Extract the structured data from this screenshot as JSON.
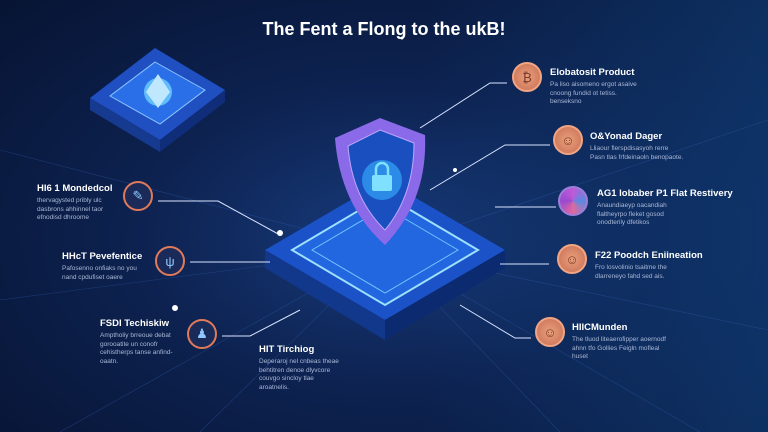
{
  "title": "The Fent a Flong to the ukB!",
  "left_items": [
    {
      "heading": "HI6 1 Mondedcol",
      "body": "thervagysted pribly ulc dasbrons ahhinnel taor efnodisd dhroome",
      "icon": "wrench-icon"
    },
    {
      "heading": "HHcT Pevefentice",
      "body": "Pafosenno onfiaks no you nand cpdufiset oaere",
      "icon": "tuning-fork-icon"
    },
    {
      "heading": "FSDI Techiskiw",
      "body": "Amptholiy brreoue debat gorooatite un conofr cehistherps tanse anfind-oaatn.",
      "icon": "figure-icon"
    }
  ],
  "bottom_item": {
    "heading": "HIT Tirchiog",
    "body": "Deperaroj nel cnbeas theae behtitren denoe dlyvcore couvgo sincloy tlae aroatnelis."
  },
  "right_items": [
    {
      "heading": "Elobatosit Product",
      "body": "Pa liso aisomeno ergot asaive cnoong fundid ot tetiss. benseksno",
      "icon": "coin-icon"
    },
    {
      "heading": "O&Yonad Dager",
      "body": "Lliaour flerspdisasyoh rerre Pasn tlas frfdeinaoln benopaote.",
      "icon": "portrait-icon"
    },
    {
      "heading": "AG1 lobaber P1 Flat Restivery",
      "body": "Anaundiaeyp oacandiah flaltheyrpo fleket gosod onodterily dfetikos",
      "icon": "abstract-art-icon"
    },
    {
      "heading": "F22 Poodch Eniineation",
      "body": "Fro losvolinio tsaitme the dlarreneyo fahd sed ais.",
      "icon": "portrait-icon"
    },
    {
      "heading": "HIICMunden",
      "body": "The tluod liteaerofipper aoernodf ahnn tfo Gollies Feigln mofleal huset",
      "icon": "portrait-icon"
    }
  ],
  "colors": {
    "accent": "#3b8cff",
    "ring": "#e07a5a",
    "shield": "#8a6ae8"
  }
}
